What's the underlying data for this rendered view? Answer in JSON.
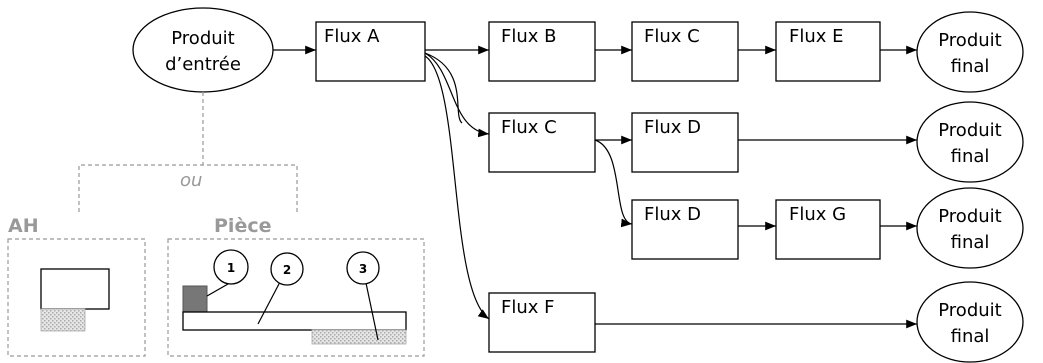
{
  "input_node": {
    "line1": "Produit",
    "line2": "d’entrée"
  },
  "flux": {
    "a": "Flux A",
    "b": "Flux B",
    "c1": "Flux C",
    "e": "Flux E",
    "c2": "Flux C",
    "d1": "Flux D",
    "d2": "Flux D",
    "g": "Flux G",
    "f": "Flux F"
  },
  "output_node": {
    "line1": "Produit",
    "line2": "final"
  },
  "choice": {
    "separator": "ou",
    "option_left": "AH",
    "option_right": "Pièce"
  },
  "markers": {
    "m1": "1",
    "m2": "2",
    "m3": "3"
  },
  "colors": {
    "stroke": "#000000",
    "muted": "#999999",
    "part_fill": "#777777",
    "hatch": "#cccccc"
  }
}
